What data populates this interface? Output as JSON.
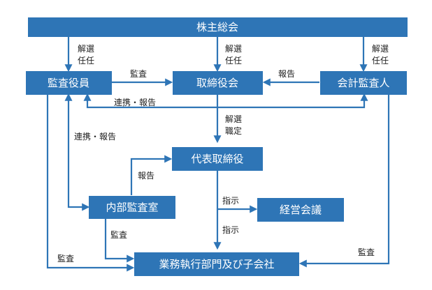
{
  "colors": {
    "box": "#2E75B6",
    "line": "#2E75B6",
    "box_text": "#FFFFFF",
    "label_text": "#222222"
  },
  "nodes": {
    "shareholders": "株主総会",
    "auditors": "監査役員",
    "board": "取締役会",
    "accounting_auditor": "会計監査人",
    "representative": "代表取締役",
    "internal_audit": "内部監査室",
    "management_meeting": "経営会議",
    "operations": "業務執行部門及び子会社"
  },
  "edge_labels": {
    "appoint_dismiss": [
      "解選",
      "任任"
    ],
    "appoint_decide": [
      "解選",
      "職定"
    ],
    "audit": "監査",
    "report": "報告",
    "coordinate_report": "連携・報告",
    "instruct": "指示"
  }
}
